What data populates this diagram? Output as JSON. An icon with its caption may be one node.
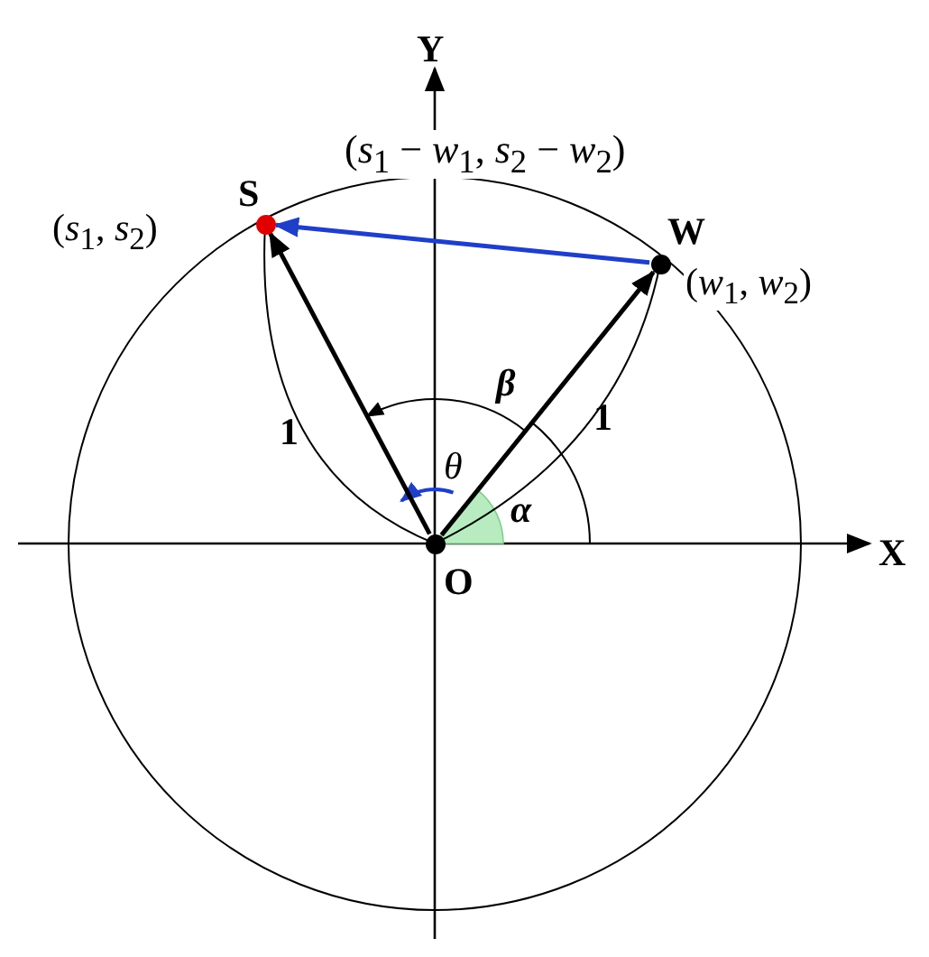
{
  "diagram": {
    "nodes": [
      {
        "text": [
          "S",
          "(*s*$_{1}$, *s*$_{2}$)"
        ]
      },
      {
        "text": [
          "W",
          "(*w*$_{1}$, *w*$_{2}$)"
        ]
      },
      {
        "text": [
          "O"
        ]
      }
    ],
    "edges": [
      {
        "from": 2,
        "to": 0,
        "arrow": "to"
      },
      {
        "from": 2,
        "to": 1,
        "arrow": "to"
      },
      {
        "from": 1,
        "to": 0,
        "arrow": "to",
        "color": "#1f3fc8"
      }
    ],
    "labels": [
      "Y",
      "(*s*$_{1}$ − *w*$_{1}$, *s*$_{2}$ − *w*$_{2}$)",
      "X",
      "1",
      "β",
      "1",
      "θ",
      "α"
    ]
  }
}
